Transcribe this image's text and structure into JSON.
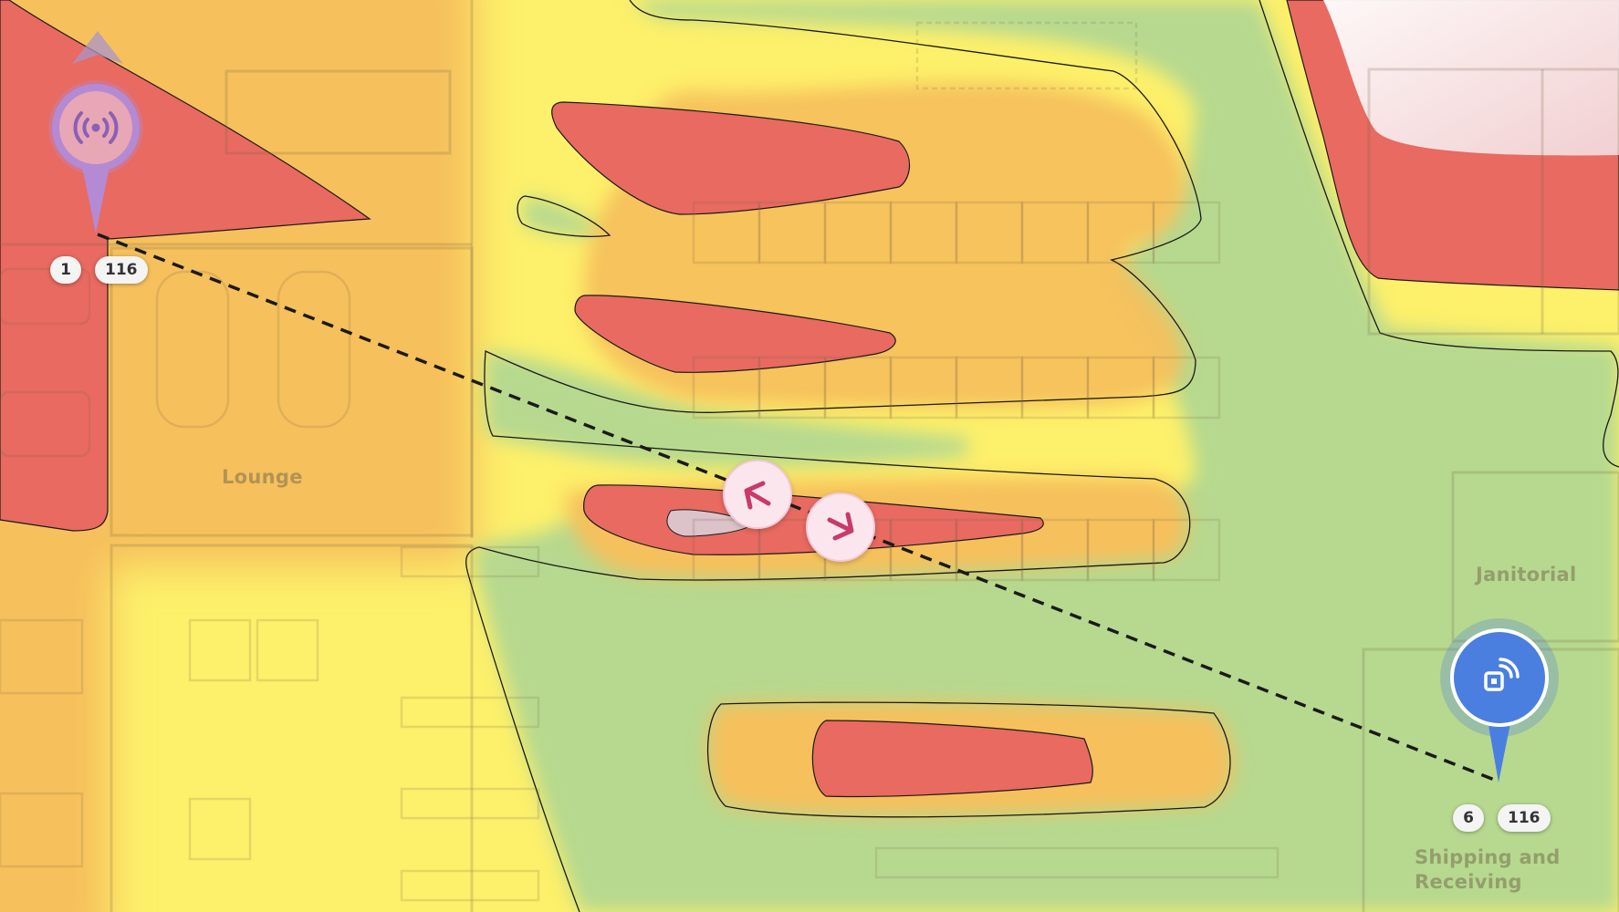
{
  "map": {
    "room_labels": {
      "lounge": "Lounge",
      "janitorial": "Janitorial",
      "shipping_line1": "Shipping and",
      "shipping_line2": "Receiving"
    },
    "heat_colors": {
      "strong": "#e86a60",
      "medium": "#f6c05c",
      "weak": "#fdf06a",
      "good": "#b6d98f"
    }
  },
  "access_points": [
    {
      "name": "ap-1",
      "icon": "broadcast-icon",
      "color": "#b48ad4",
      "index_badge": "1",
      "value_badge": "116"
    },
    {
      "name": "ap-6",
      "icon": "wireless-device-icon",
      "color": "#4a7fe0",
      "index_badge": "6",
      "value_badge": "116"
    }
  ],
  "navigation": {
    "prev_icon": "arrow-left-icon",
    "next_icon": "arrow-right-icon"
  }
}
